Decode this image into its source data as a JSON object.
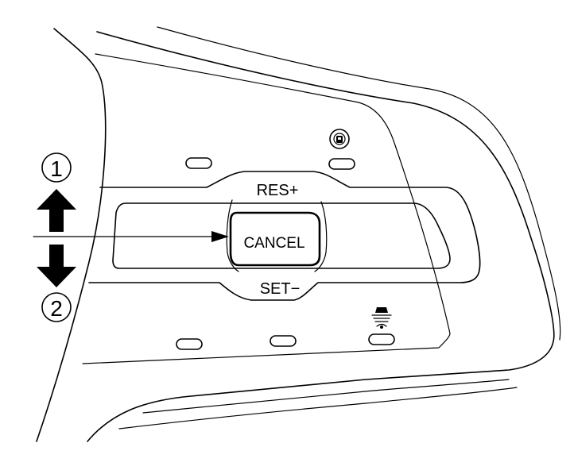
{
  "labels": {
    "res": "RES+",
    "cancel": "CANCEL",
    "set": "SET−",
    "step1": "1",
    "step2": "2"
  },
  "icons": {
    "step1": "numbered-circle-icon",
    "step2": "numbered-circle-icon",
    "up_arrow": "arrow-up-icon",
    "down_arrow": "arrow-down-icon",
    "pointer": "pointer-arrow-icon",
    "distance": "distance-setting-icon",
    "lane": "lane-assist-icon"
  },
  "colors": {
    "line": "#000000",
    "background": "#ffffff"
  }
}
